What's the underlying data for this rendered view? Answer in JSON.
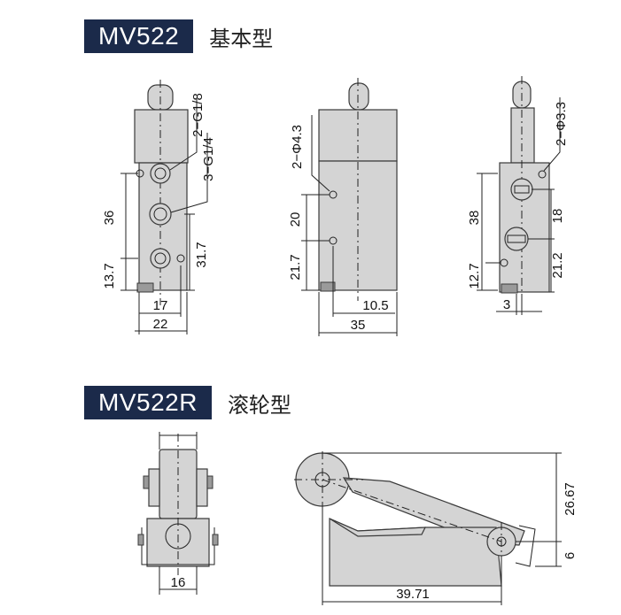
{
  "sections": [
    {
      "model": "MV522",
      "type_cn": "基本型"
    },
    {
      "model": "MV522R",
      "type_cn": "滚轮型"
    }
  ],
  "dims": {
    "front": {
      "port_a": "2−G1/8",
      "port_b": "3−G1/4",
      "v36": "36",
      "v13_7": "13.7",
      "v31_7": "31.7",
      "w17": "17",
      "w22": "22"
    },
    "side": {
      "hole": "2−Φ4.3",
      "v20": "20",
      "v21_7": "21.7",
      "w10_5": "10.5",
      "w35": "35"
    },
    "right": {
      "hole": "2−Φ3.3",
      "v38": "38",
      "v12_7": "12.7",
      "v18": "18",
      "v21_2": "21.2",
      "w3": "3"
    },
    "roller_front": {
      "w16": "16"
    },
    "roller_side": {
      "v26_67": "26.67",
      "v6": "6",
      "w39_71": "39.71"
    }
  },
  "colors": {
    "badge": "#1b2a4a",
    "body": "#d4d4d4",
    "line": "#222222"
  }
}
